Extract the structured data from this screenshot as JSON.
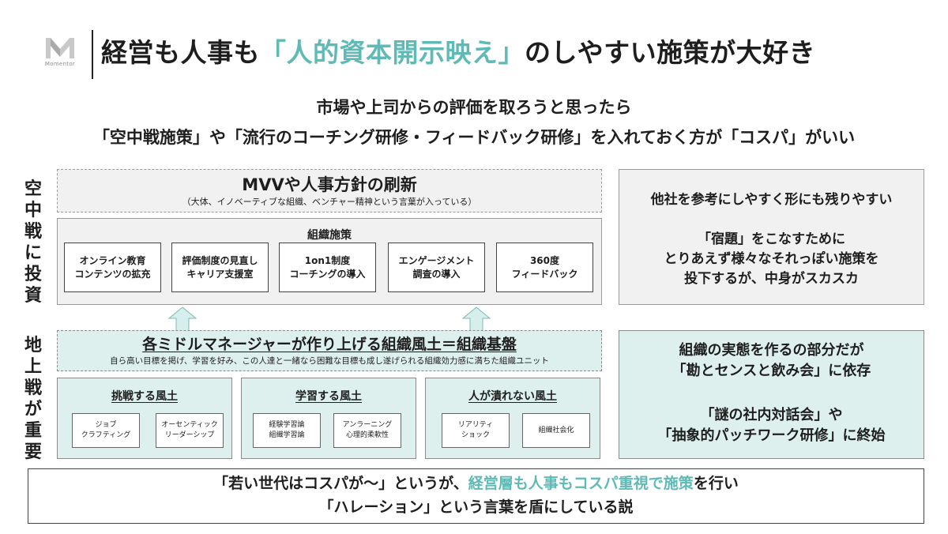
{
  "header": {
    "logo_text": "Momentor",
    "title_before": "経営も人事も",
    "title_highlight": "「人的資本開示映え」",
    "title_after": "のしやすい施策が大好き"
  },
  "subtitle": {
    "line1": "市場や上司からの評価を取ろうと思ったら",
    "line2": "「空中戦施策」や「流行のコーチング研修・フィードバック研修」を入れておく方が「コスパ」がいい"
  },
  "side_labels": {
    "top": [
      "空",
      "中",
      "戦",
      "に",
      "投",
      "資"
    ],
    "bottom": [
      "地",
      "上",
      "戦",
      "が",
      "重",
      "要"
    ]
  },
  "mvv": {
    "title": "MVVや人事方針の刷新",
    "subtitle": "（大体、イノベーティブな組織、ベンチャー精神という言葉が入っている）"
  },
  "org_initiatives": {
    "title": "組織施策",
    "items": [
      [
        "オンライン教育",
        "コンテンツの拡充"
      ],
      [
        "評価制度の見直し",
        "キャリア支援室"
      ],
      [
        "1on1制度",
        "コーチングの導入"
      ],
      [
        "エンゲージメント",
        "調査の導入"
      ],
      [
        "360度",
        "フィードバック"
      ]
    ]
  },
  "managers": {
    "title": "各ミドルマネージャーが作り上げる組織風土＝組織基盤",
    "subtitle": "自ら高い目標を掲げ、学習を好み、この人達と一緒なら困難な目標も成し遂げられる組織効力感に満ちた組織ユニット"
  },
  "cultures": [
    {
      "title": "挑戦する風土",
      "items": [
        [
          "ジョブ",
          "クラフティング"
        ],
        [
          "オーセンティック",
          "リーダーシップ"
        ]
      ]
    },
    {
      "title": "学習する風土",
      "items": [
        [
          "経験学習論",
          "組織学習論"
        ],
        [
          "アンラーニング",
          "心理的柔軟性"
        ]
      ]
    },
    {
      "title": "人が潰れない風土",
      "items": [
        [
          "リアリティ",
          "ショック"
        ],
        [
          "組織社会化"
        ]
      ]
    }
  ],
  "right_top": {
    "line1": "他社を参考にしやすく形にも残りやすい",
    "line2": "「宿題」をこなすために",
    "line3": "とりあえず様々なそれっぽい施策を",
    "line4": "投下するが、中身がスカスカ"
  },
  "right_bottom": {
    "line1": "組織の実態を作るの部分だが",
    "line2": "「勘とセンスと飲み会」に依存",
    "line3": "「謎の社内対話会」や",
    "line4": "「抽象的パッチワーク研修」に終始"
  },
  "conclusion": {
    "line1_before": "「若い世代はコスパが〜」というが、",
    "line1_highlight": "経営層も人事もコスパ重視で施策",
    "line1_after": "を行い",
    "line2": "「ハレーション」という言葉を盾にしている説"
  },
  "colors": {
    "accent": "#5fb9b5",
    "teal_fill": "#ddf0ee",
    "gray_fill": "#f1f1f1",
    "arrow_fill": "#d6efed"
  }
}
